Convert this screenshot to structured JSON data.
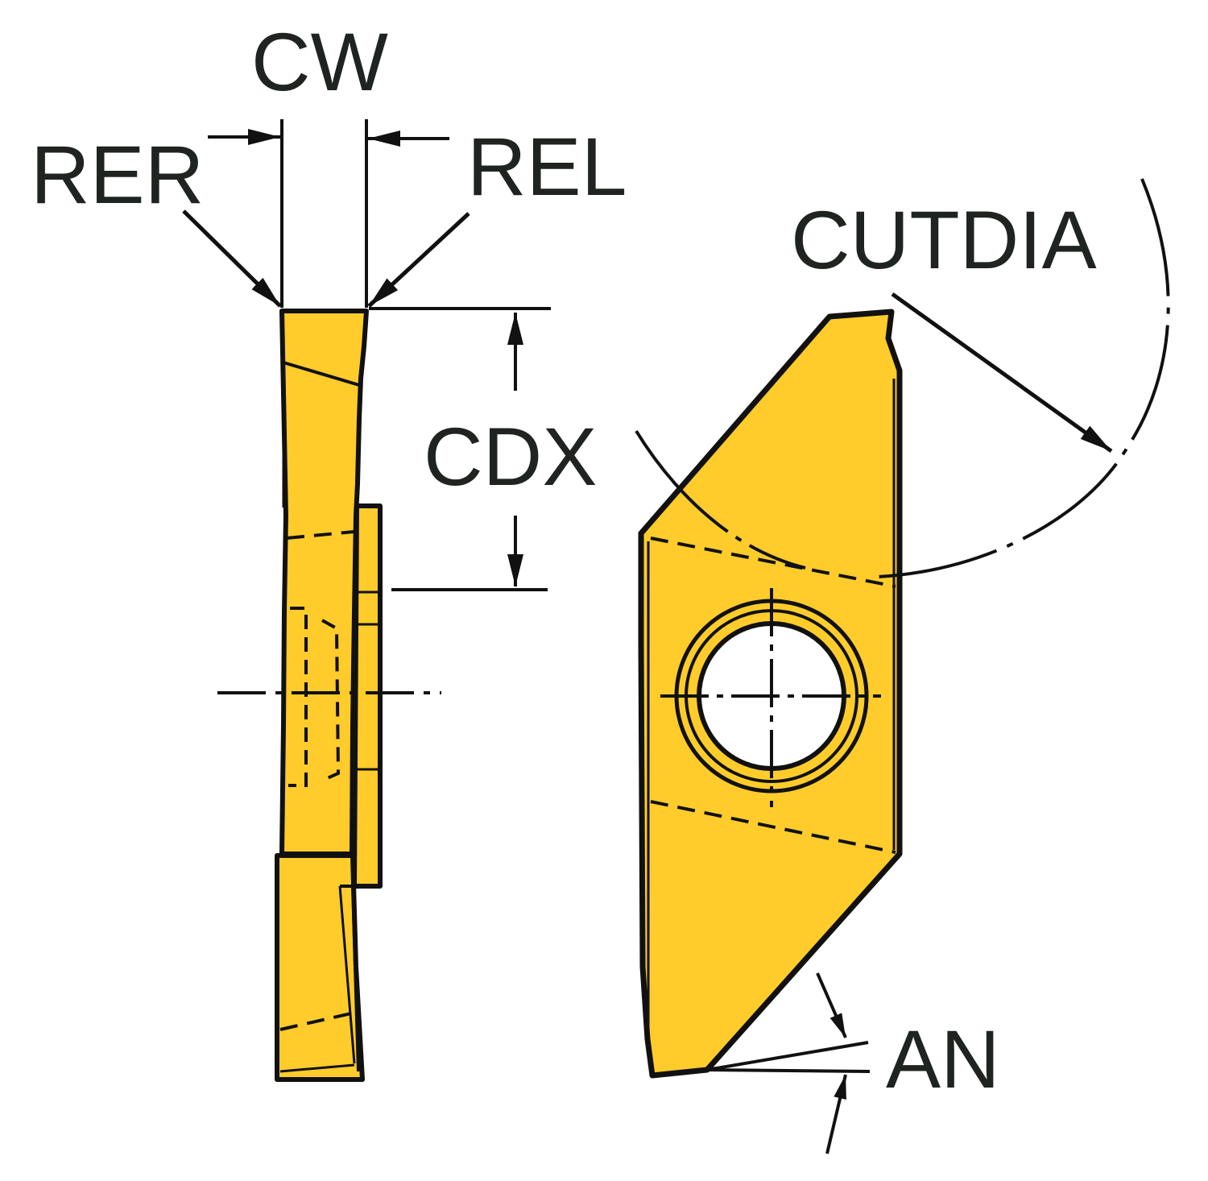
{
  "colors": {
    "insert_fill": "#FFCC2B",
    "outline": "#111111",
    "label": "#1f2420",
    "background": "#ffffff"
  },
  "labels": {
    "cw": "CW",
    "rer": "RER",
    "rel": "REL",
    "cdx": "CDX",
    "cutdia": "CUTDIA",
    "an": "AN"
  }
}
